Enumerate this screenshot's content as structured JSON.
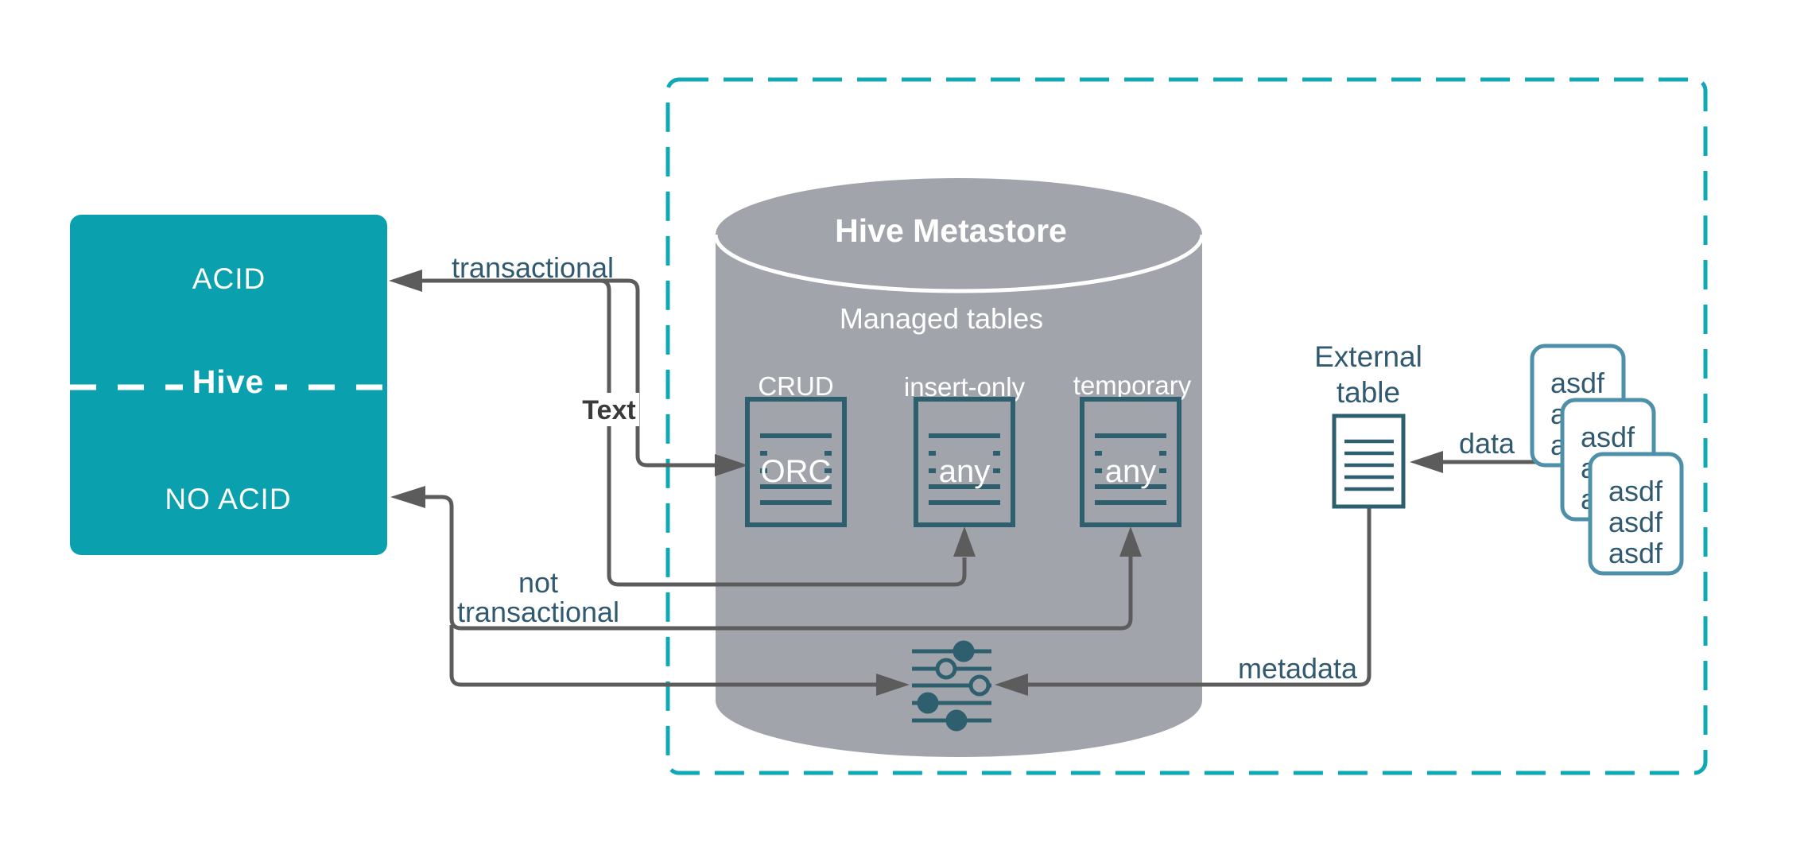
{
  "colors": {
    "hive_box_teal": "#0AA0AE",
    "cylinder_gray": "#A1A5AB",
    "slate_border": "#2E5F6E",
    "arrow_gray": "#5C5C5C",
    "dashed_border_teal": "#0FA8B6",
    "file_border_teal": "#4E8FA9",
    "label_teal": "#315A70",
    "text_tag_dark": "#3A3A3A",
    "white": "#FFFFFF"
  },
  "hive_box": {
    "top": "ACID",
    "middle": "Hive",
    "bottom": "NO ACID"
  },
  "metastore": {
    "title": "Hive Metastore",
    "subtitle": "Managed tables",
    "tables": [
      {
        "type": "CRUD",
        "format": "ORC"
      },
      {
        "type": "insert-only",
        "format": "any"
      },
      {
        "type": "temporary",
        "format": "any"
      }
    ]
  },
  "external_table": {
    "label_line1": "External",
    "label_line2": "table"
  },
  "files": {
    "text": "asdf"
  },
  "edges": {
    "transactional": "transactional",
    "text_tag": "Text",
    "not_line1": "not",
    "not_line2": "transactional",
    "metadata": "metadata",
    "data": "data"
  }
}
